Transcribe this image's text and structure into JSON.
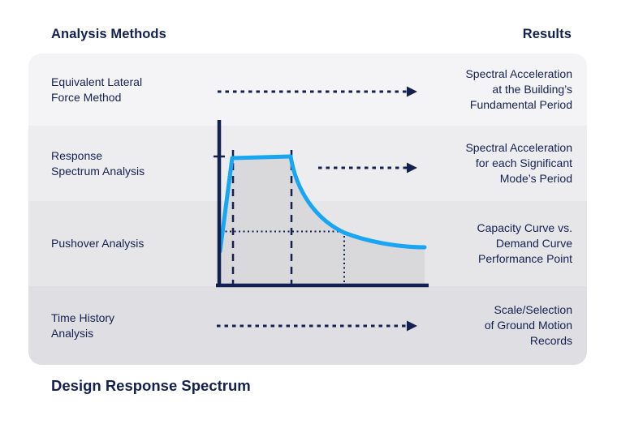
{
  "header": {
    "analysis_title": "Analysis Methods",
    "results_title": "Results"
  },
  "rows": [
    {
      "method": "Equivalent Lateral\nForce Method",
      "result": "Spectral Acceleration\nat the Building’s\nFundamental Period",
      "arrow": "full-width dashed arrow"
    },
    {
      "method": "Response\nSpectrum Analysis",
      "result": "Spectral Acceleration\nfor each Significant\nMode’s Period",
      "arrow": "short dashed arrow starting right of chart"
    },
    {
      "method": "Pushover Analysis",
      "result": "Capacity Curve vs.\nDemand Curve\nPerformance Point",
      "arrow": "none"
    },
    {
      "method": "Time History\nAnalysis",
      "result": "Scale/Selection\nof Ground Motion\nRecords",
      "arrow": "full-width dashed arrow"
    }
  ],
  "caption": "Design Response Spectrum",
  "colors": {
    "navy": "#142050",
    "curve_blue": "#18a6f2",
    "band_1": "#f4f4f6",
    "band_2": "#ededf0",
    "band_3": "#e6e6e9",
    "band_4": "#dfdfe3",
    "chart_fill": "#d9d9dc",
    "background": "#ffffff"
  },
  "chart_data": {
    "type": "line",
    "title": "Design Response Spectrum",
    "xlabel": "",
    "ylabel": "",
    "axes_labeled": false,
    "grid": false,
    "curve_shape": "steep linear rise, flat plateau, hyperbolic decay",
    "normalized_points": {
      "x": [
        0.0,
        0.065,
        0.35,
        0.6,
        1.0
      ],
      "y": [
        0.26,
        1.0,
        1.0,
        0.41,
        0.3
      ]
    },
    "annotations": [
      "dashed vertical guide at plateau start",
      "dashed vertical guide at plateau end",
      "short tick on y-axis at plateau level",
      "dotted horizontal and vertical guides meeting the curve mid-decay",
      "area under curve shaded gray"
    ]
  }
}
